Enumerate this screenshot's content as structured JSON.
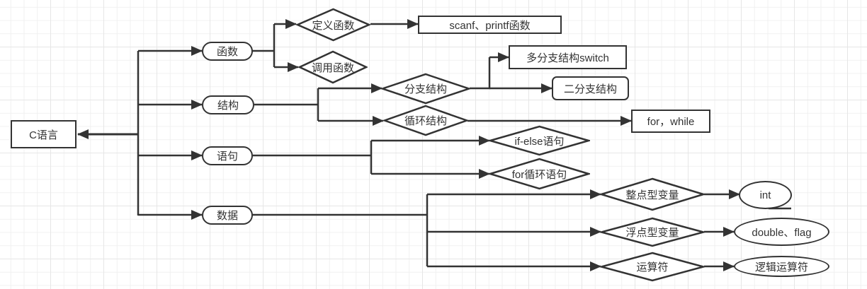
{
  "diagram": {
    "title": "C语言 mind map",
    "root": {
      "label": "C语言"
    },
    "branches": [
      {
        "label": "函数",
        "children": [
          {
            "label": "定义函数",
            "shape": "diamond",
            "leaf": {
              "label": "scanf、printf函数",
              "shape": "rect"
            }
          },
          {
            "label": "调用函数",
            "shape": "diamond"
          }
        ]
      },
      {
        "label": "结构",
        "children": [
          {
            "label": "分支结构",
            "shape": "diamond",
            "leaves": [
              {
                "label": "多分支结构switch",
                "shape": "rect"
              },
              {
                "label": "二分支结构",
                "shape": "rounded-rect"
              }
            ]
          },
          {
            "label": "循环结构",
            "shape": "diamond",
            "leaf": {
              "label": "for，while",
              "shape": "rect"
            }
          }
        ]
      },
      {
        "label": "语句",
        "children": [
          {
            "label": "if-else语句",
            "shape": "diamond"
          },
          {
            "label": "for循环语句",
            "shape": "diamond"
          }
        ]
      },
      {
        "label": "数据",
        "children": [
          {
            "label": "整点型变量",
            "shape": "diamond",
            "leaf": {
              "label": "int",
              "shape": "ellipse"
            }
          },
          {
            "label": "浮点型变量",
            "shape": "diamond",
            "leaf": {
              "label": "double、flag",
              "shape": "ellipse"
            }
          },
          {
            "label": "运算符",
            "shape": "diamond",
            "leaf": {
              "label": "逻辑运算符",
              "shape": "ellipse"
            }
          }
        ]
      }
    ]
  },
  "colors": {
    "stroke": "#333333",
    "text": "#333333",
    "grid": "#e6e6e6",
    "background": "#ffffff"
  }
}
